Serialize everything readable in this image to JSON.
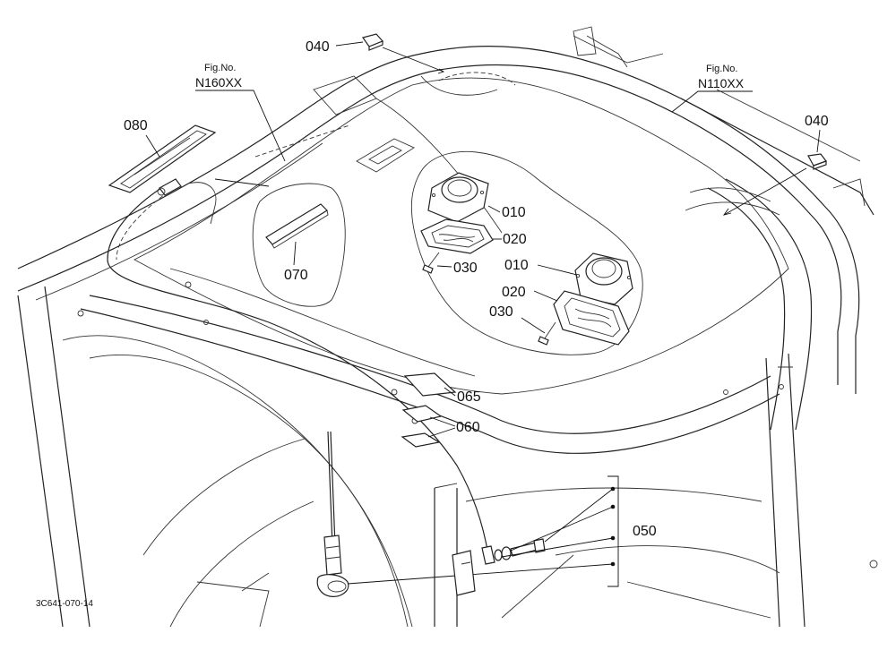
{
  "fig_refs": [
    {
      "label": "Fig.No.",
      "number": "N160XX"
    },
    {
      "label": "Fig.No.",
      "number": "N110XX"
    }
  ],
  "part_labels": {
    "p040_top": "040",
    "p040_right": "040",
    "p080": "080",
    "p070": "070",
    "p010_a": "010",
    "p020_a": "020",
    "p030_a": "030",
    "p010_b": "010",
    "p020_b": "020",
    "p030_b": "030",
    "p065": "065",
    "p060": "060",
    "p050": "050"
  },
  "drawing_code": "3C641-070-14"
}
